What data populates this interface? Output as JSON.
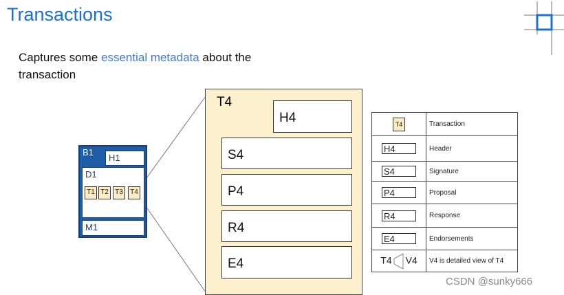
{
  "title": "Transactions",
  "subtitle": {
    "before": "Captures some ",
    "highlight": "essential metadata",
    "after": " about the transaction"
  },
  "block": {
    "label": "B1",
    "header": "H1",
    "data": "D1",
    "transactions": [
      "T1",
      "T2",
      "T3",
      "T4"
    ],
    "metadata": "M1"
  },
  "detail": {
    "label": "T4",
    "header": "H4",
    "signature": "S4",
    "proposal": "P4",
    "response": "R4",
    "endorsements": "E4"
  },
  "legend": [
    {
      "symbol": "T4",
      "text": "Transaction"
    },
    {
      "symbol": "H4",
      "text": "Header"
    },
    {
      "symbol": "S4",
      "text": "Signature"
    },
    {
      "symbol": "P4",
      "text": "Proposal"
    },
    {
      "symbol": "R4",
      "text": "Response"
    },
    {
      "symbol": "E4",
      "text": "Endorsements"
    },
    {
      "symbol": "T4",
      "symbol2": "V4",
      "text": "V4 is detailed view of  T4"
    }
  ],
  "watermark": "CSDN @sunky666",
  "colors": {
    "title": "#1a6fd8",
    "block": "#1e5ca8",
    "transaction": "#fdf0cc"
  }
}
